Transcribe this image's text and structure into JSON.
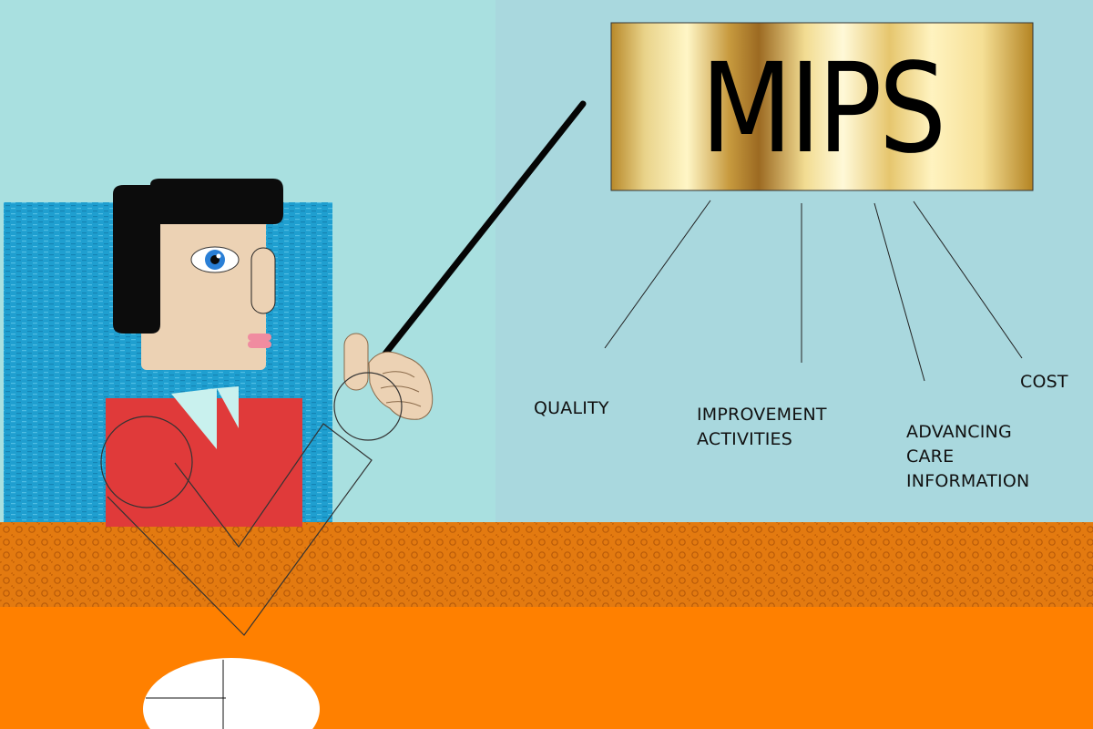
{
  "banner": {
    "title": "MIPS"
  },
  "branches": [
    {
      "label": "QUALITY"
    },
    {
      "label": "IMPROVEMENT\nACTIVITIES"
    },
    {
      "label": "ADVANCING\nCARE\nINFORMATION"
    },
    {
      "label": "COST"
    }
  ],
  "colors": {
    "wall_left": "#a9e0e0",
    "wall_right": "#a9d8de",
    "brick": "#1f9fd0",
    "shirt": "#e03a3a",
    "skin": "#ecd2b4",
    "hair": "#0c0c0c",
    "eye": "#2a7fd6",
    "lips": "#f08ca0",
    "floor_pattern": "#e37a10",
    "floor": "#ff8000",
    "gold_light": "#fff6c6",
    "gold_dark": "#a9781f"
  }
}
